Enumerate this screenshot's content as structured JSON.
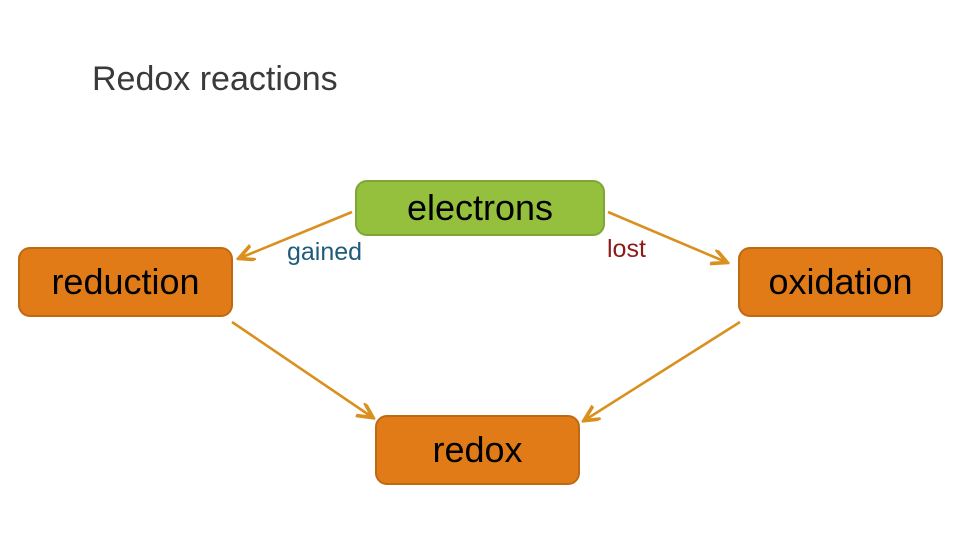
{
  "title": "Redox reactions",
  "colors": {
    "orange_fill": "#e07b18",
    "orange_border": "#bf6a12",
    "green_fill": "#94c03d",
    "green_border": "#7ea535",
    "arrow": "#d9901f",
    "title_text": "#3a3a3a",
    "gained_text": "#1f5c7a",
    "lost_text": "#8b1a1a"
  },
  "nodes": [
    {
      "id": "reduction",
      "label": "reduction",
      "shape": "rounded-rect",
      "fill": "orange"
    },
    {
      "id": "electrons",
      "label": "electrons",
      "shape": "rounded-rect",
      "fill": "green"
    },
    {
      "id": "oxidation",
      "label": "oxidation",
      "shape": "rounded-rect",
      "fill": "orange"
    },
    {
      "id": "redox",
      "label": "redox",
      "shape": "rounded-rect",
      "fill": "orange"
    }
  ],
  "edges": [
    {
      "id": "electrons-to-reduction",
      "label": "gained",
      "from": "electrons",
      "to": "reduction"
    },
    {
      "id": "electrons-to-oxidation",
      "label": "lost",
      "from": "electrons",
      "to": "oxidation"
    },
    {
      "id": "reduction-to-redox",
      "label": "",
      "from": "reduction",
      "to": "redox"
    },
    {
      "id": "oxidation-to-redox",
      "label": "",
      "from": "oxidation",
      "to": "redox"
    }
  ]
}
